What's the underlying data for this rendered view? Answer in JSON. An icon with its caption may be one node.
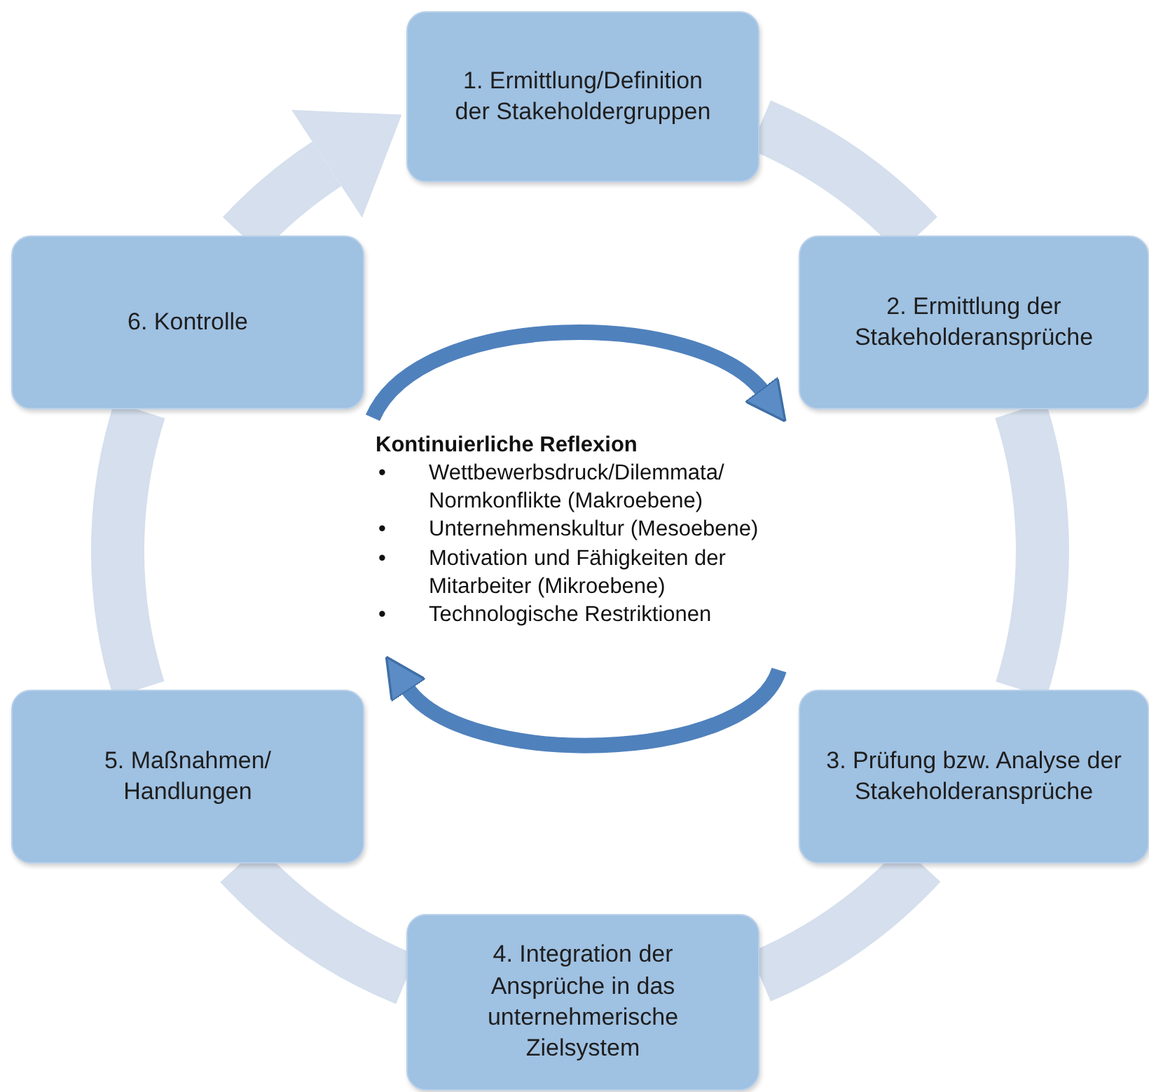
{
  "diagram": {
    "nodes": [
      {
        "text": [
          "1. Ermittlung/Definition der Stakeholdergruppen"
        ]
      },
      {
        "text": [
          "2. Ermittlung der Stakeholderansprüche"
        ]
      },
      {
        "text": [
          "3. Prüfung bzw. Analyse der Stakeholderansprüche"
        ]
      },
      {
        "text": [
          "4. Integration der Ansprüche in das unternehmerische Zielsystem"
        ]
      },
      {
        "text": [
          "5. Maßnahmen/ Handlungen"
        ]
      },
      {
        "text": [
          "6. Kontrolle"
        ]
      }
    ],
    "edges": [
      {
        "from": 0,
        "to": 1,
        "arrow": "none"
      },
      {
        "from": 1,
        "to": 2,
        "arrow": "none"
      },
      {
        "from": 2,
        "to": 3,
        "arrow": "none"
      },
      {
        "from": 3,
        "to": 4,
        "arrow": "none"
      },
      {
        "from": 4,
        "to": 5,
        "arrow": "none"
      },
      {
        "from": 5,
        "to": 0,
        "arrow": "to"
      }
    ],
    "labels": [
      "Kontinuierliche Reflexion",
      "•",
      "Wettbewerbsdruck/Dilemmata/ Normkonflikte (Makroebene)",
      "•",
      "Unternehmenskultur (Mesoebene)",
      "•",
      "Motivation und Fähigkeiten der Mitarbeiter (Mikroebene)",
      "•",
      "Technologische Restriktionen"
    ]
  }
}
